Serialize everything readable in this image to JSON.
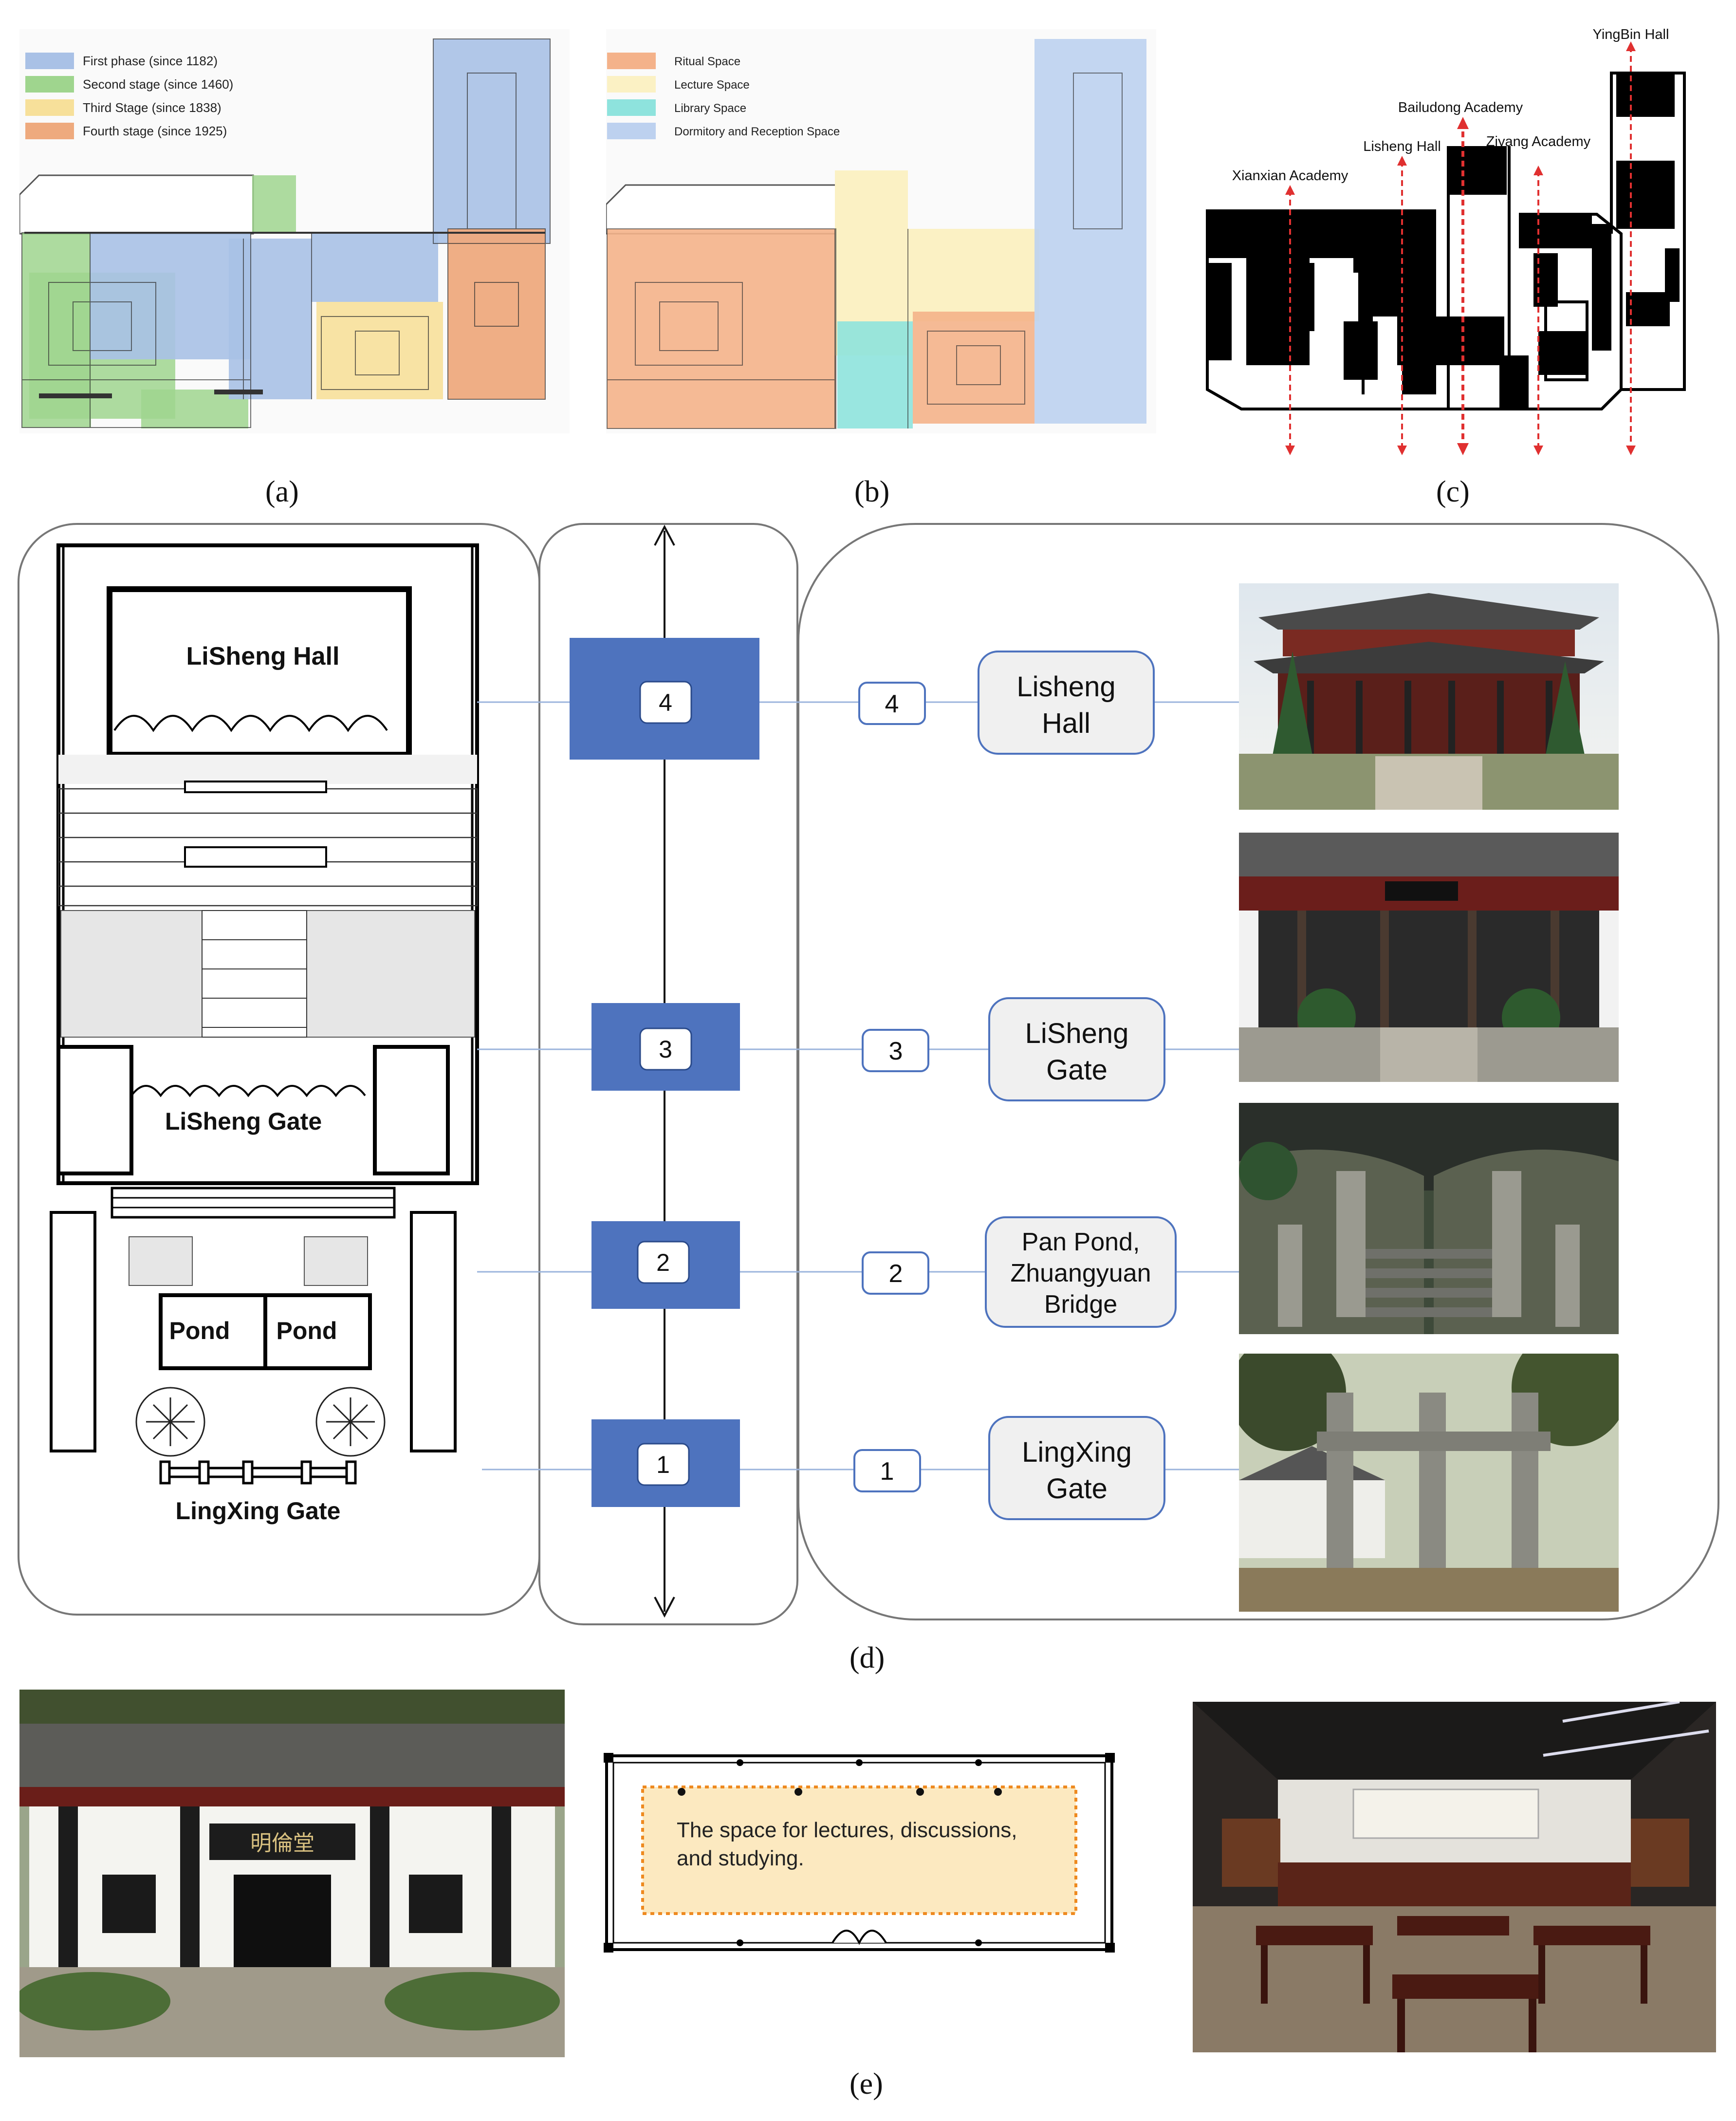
{
  "panel_labels": {
    "a": "(a)",
    "b": "(b)",
    "c": "(c)",
    "d": "(d)",
    "e": "(e)"
  },
  "legend_a": [
    {
      "label": "First phase (since 1182)",
      "color": "#a9c1e6"
    },
    {
      "label": "Second stage (since 1460)",
      "color": "#9fd58e"
    },
    {
      "label": "Third Stage (since 1838)",
      "color": "#f7e09a"
    },
    {
      "label": "Fourth stage (since 1925)",
      "color": "#eeaa7e"
    }
  ],
  "legend_b": [
    {
      "label": "Ritual Space",
      "color": "#f4b28a"
    },
    {
      "label": "Lecture Space",
      "color": "#fbf1c4"
    },
    {
      "label": "Library Space",
      "color": "#8ee3dd"
    },
    {
      "label": "Dormitory and Reception Space",
      "color": "#bdd1ef"
    }
  ],
  "axes_c": [
    {
      "label": "Xianxian Academy"
    },
    {
      "label": "Lisheng Hall"
    },
    {
      "label": "Bailudong Academy"
    },
    {
      "label": "Ziyang Academy"
    },
    {
      "label": "YingBin Hall"
    }
  ],
  "plan_d": {
    "lisheng_hall": "LiSheng Hall",
    "lisheng_gate": "LiSheng Gate",
    "pond_left": "Pond",
    "pond_right": "Pond",
    "lingxing_gate": "LingXing Gate"
  },
  "sequence_d": [
    {
      "num": "4",
      "name": "Lisheng Hall"
    },
    {
      "num": "3",
      "name": "LiSheng Gate"
    },
    {
      "num": "2",
      "name": "Pan Pond, Zhuangyuan Bridge"
    },
    {
      "num": "1",
      "name": "LingXing Gate"
    }
  ],
  "signboard_e": "明倫堂",
  "space_note_e": "The space for lectures, discussions, and studying.",
  "colors": {
    "node_blue": "#4e73be",
    "line_blue": "#9bb4dc",
    "plan_dark": "#111111"
  }
}
